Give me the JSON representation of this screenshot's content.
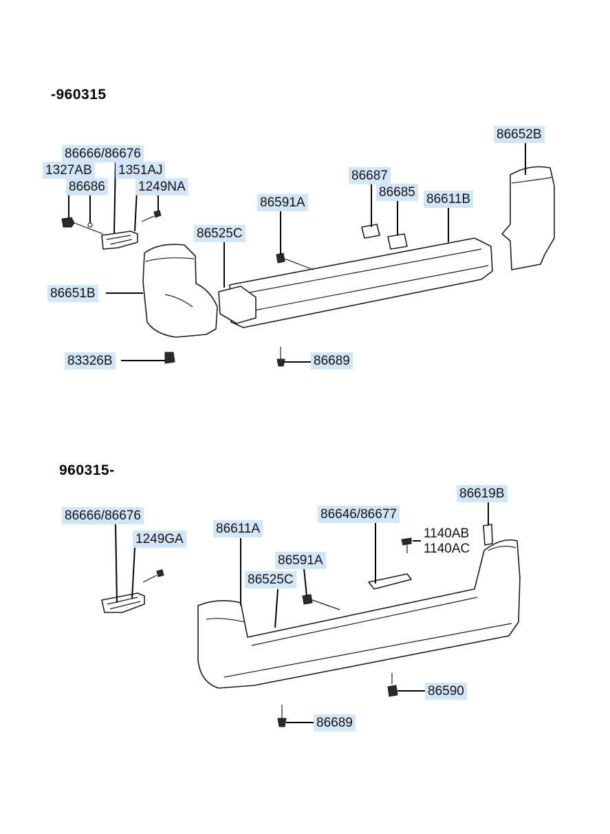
{
  "sections": [
    {
      "title": "-960315"
    },
    {
      "title": "960315-"
    }
  ],
  "labels": {
    "s1": {
      "l86666": "86666/86676",
      "l1327": "1327AB",
      "l1351": "1351AJ",
      "l86686": "86686",
      "l1249na": "1249NA",
      "l86687": "86687",
      "l86685": "86685",
      "l86611b": "86611B",
      "l86591a": "86591A",
      "l86652b": "86652B",
      "l86525c": "86525C",
      "l86651b": "86651B",
      "l83326b": "83326B",
      "l86689": "86689"
    },
    "s2": {
      "l86666": "86666/86676",
      "l1249ga": "1249GA",
      "l86611a": "86611A",
      "l86646": "86646/86677",
      "l86619b": "86619B",
      "l1140ab": "1140AB",
      "l1140ac": "1140AC",
      "l86591a": "86591A",
      "l86525c": "86525C",
      "l86590": "86590",
      "l86689": "86689"
    }
  }
}
